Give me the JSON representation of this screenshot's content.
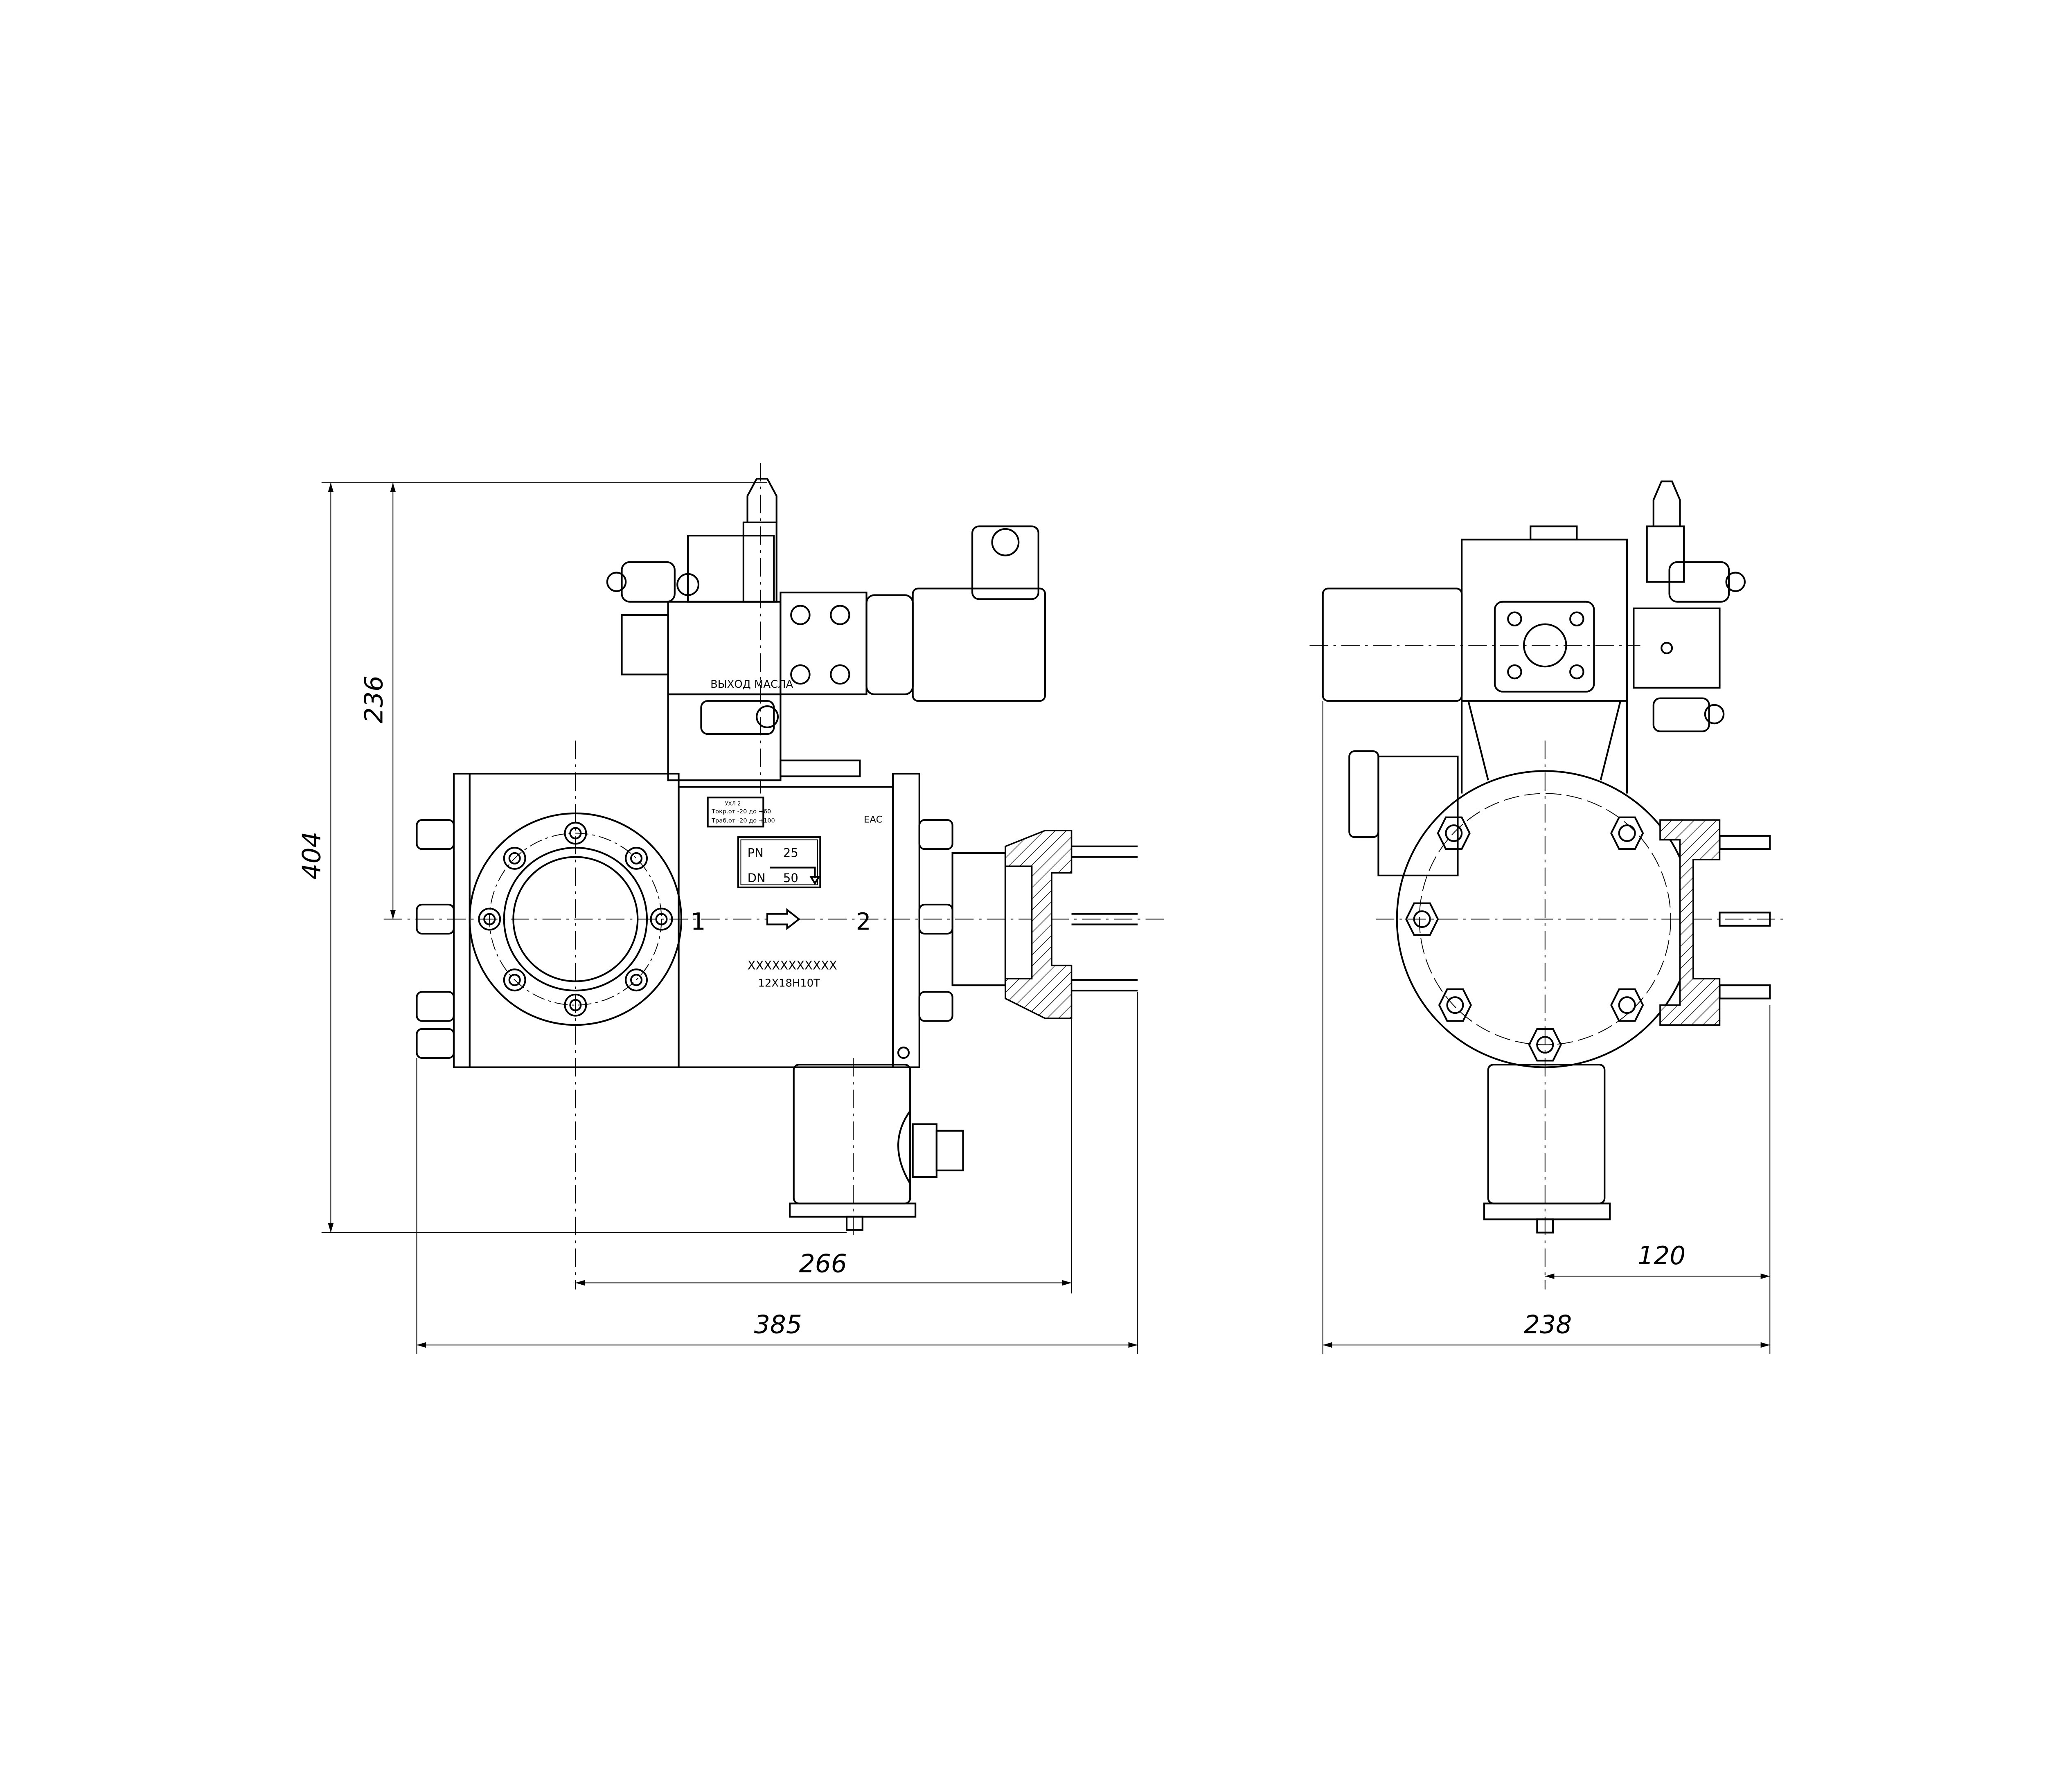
{
  "drawing": {
    "dimensions": {
      "height_total": "404",
      "height_to_axis": "236",
      "axis_to_outlet": "266",
      "width_front": "385",
      "axis_to_side": "120",
      "width_side": "238"
    },
    "labels": {
      "oil_outlet": "ВЫХОД МАСЛА",
      "port_in": "1",
      "port_out": "2",
      "pn_label": "PN",
      "pn_value": "25",
      "dn_label": "DN",
      "dn_value": "50",
      "serial": "XXXXXXXXXXX",
      "material": "12Х18Н10Т",
      "plate_title": "УХЛ 2",
      "plate_line1": "Токр.от -20 до +60",
      "plate_line2": "Траб.от -20 до +100",
      "nameplate_mark": "ЕАС"
    },
    "colors": {
      "line": "#000000",
      "background": "#ffffff"
    }
  }
}
